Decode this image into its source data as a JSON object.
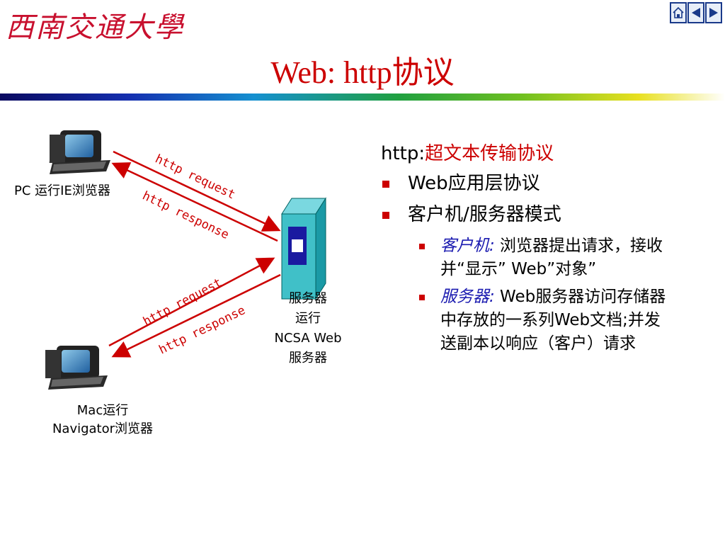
{
  "logo": {
    "text": "西南交通大學"
  },
  "nav": {
    "home_label": "home",
    "prev_label": "previous",
    "next_label": "next"
  },
  "title": "Web: http协议",
  "diagram": {
    "pc_label": "PC 运行IE浏览器",
    "mac_label_line1": "Mac运行",
    "mac_label_line2": "Navigator浏览器",
    "server_label_line1": "服务器",
    "server_label_line2": "运行",
    "server_label_line3": "NCSA Web",
    "server_label_line4": "服务器",
    "top_request": "http request",
    "top_response": "http response",
    "bottom_request": "http request",
    "bottom_response": "http response"
  },
  "content": {
    "heading_prefix": "http:",
    "heading_main": "超文本传输协议",
    "bullet1": "Web应用层协议",
    "bullet2": "客户机/服务器模式",
    "sub1_term": "客户机:",
    "sub1_text": " 浏览器提出请求，接收并“显示” Web”对象”",
    "sub2_term": "服务器:",
    "sub2_text": " Web服务器访问存储器中存放的一系列Web文档;并发送副本以响应（客户）请求"
  },
  "colors": {
    "accent_red": "#cc0000",
    "italic_blue": "#1a1ab0",
    "nav_blue": "#1a3a8a"
  }
}
